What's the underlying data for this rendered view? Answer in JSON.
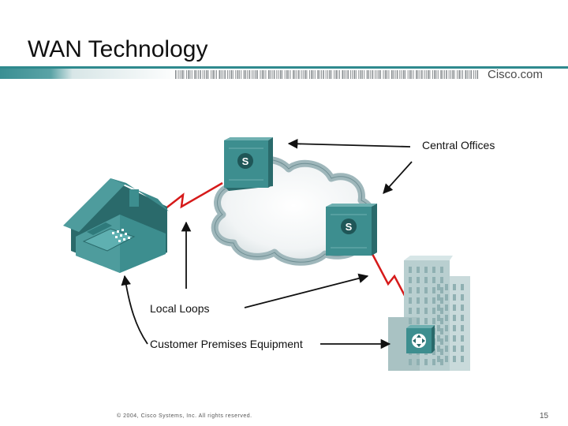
{
  "header": {
    "title": "WAN Technology",
    "brand": "Cisco.com"
  },
  "diagram": {
    "labels": {
      "central_offices": "Central Offices",
      "local_loops": "Local Loops",
      "cpe": "Customer Premises Equipment"
    },
    "switch_glyph": "S"
  },
  "footer": {
    "copyright": "© 2004, Cisco Systems, Inc. All rights reserved.",
    "page_number": "15"
  },
  "colors": {
    "teal": "#3d8e8f",
    "teal_dark": "#2a6a6b",
    "building": "#b9cfd0",
    "cloud": "#9fb7bb",
    "link_red": "#d61a1a"
  }
}
